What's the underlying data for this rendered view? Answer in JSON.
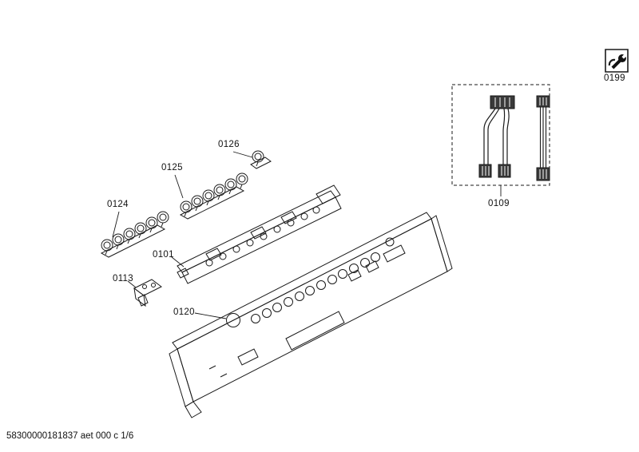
{
  "doc": {
    "footer_code": "58300000181837 aet 000 c 1/6"
  },
  "labels": {
    "p0199": "0199",
    "p0109": "0109",
    "p0126": "0126",
    "p0125": "0125",
    "p0124": "0124",
    "p0101": "0101",
    "p0113": "0113",
    "p0120": "0120"
  },
  "icons": {
    "top_right": "service-wrench-icon"
  },
  "colors": {
    "line": "#1a1a1a",
    "connector_fill": "#3a3a3a",
    "background": "#ffffff"
  }
}
